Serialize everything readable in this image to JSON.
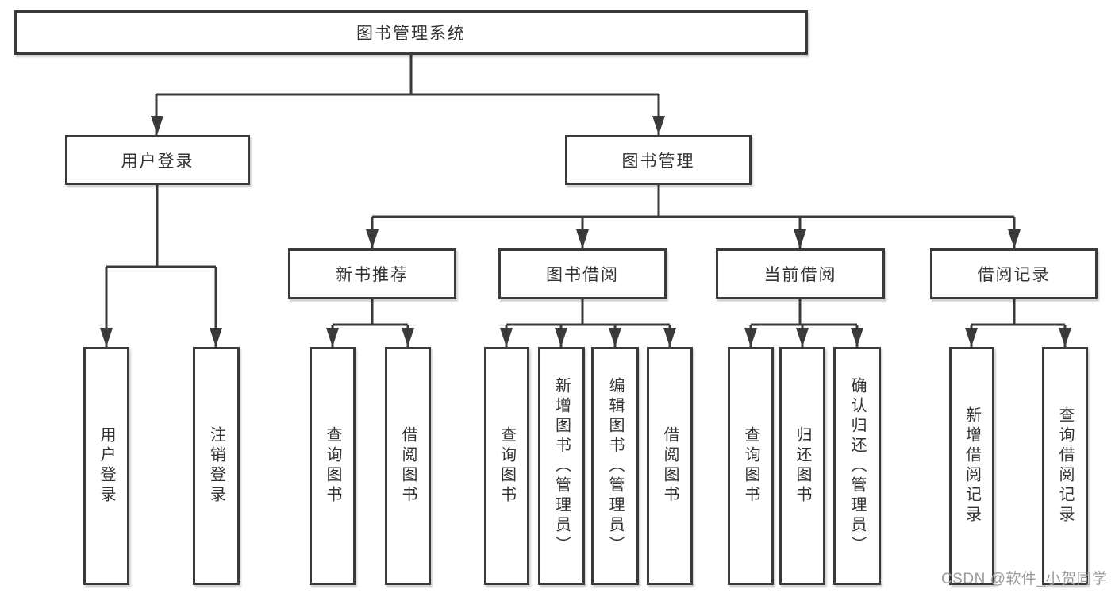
{
  "tree": {
    "root": {
      "label": "图书管理系统",
      "children": [
        {
          "label": "用户登录",
          "children": [
            {
              "label": "用户登录"
            },
            {
              "label": "注销登录"
            }
          ]
        },
        {
          "label": "图书管理",
          "children": [
            {
              "label": "新书推荐",
              "children": [
                {
                  "label": "查询图书"
                },
                {
                  "label": "借阅图书"
                }
              ]
            },
            {
              "label": "图书借阅",
              "children": [
                {
                  "label": "查询图书"
                },
                {
                  "label": "新增图书（管理员）"
                },
                {
                  "label": "编辑图书（管理员）"
                },
                {
                  "label": "借阅图书"
                }
              ]
            },
            {
              "label": "当前借阅",
              "children": [
                {
                  "label": "查询图书"
                },
                {
                  "label": "归还图书"
                },
                {
                  "label": "确认归还（管理员）"
                }
              ]
            },
            {
              "label": "借阅记录",
              "children": [
                {
                  "label": "新增借阅记录"
                },
                {
                  "label": "查询借阅记录"
                }
              ]
            }
          ]
        }
      ]
    }
  },
  "watermark": {
    "text": "CSDN @软件_小贺同学"
  },
  "colors": {
    "line": "#3a3a3a",
    "text": "#333333",
    "watermark": "#9c9c9c",
    "background": "#ffffff"
  }
}
